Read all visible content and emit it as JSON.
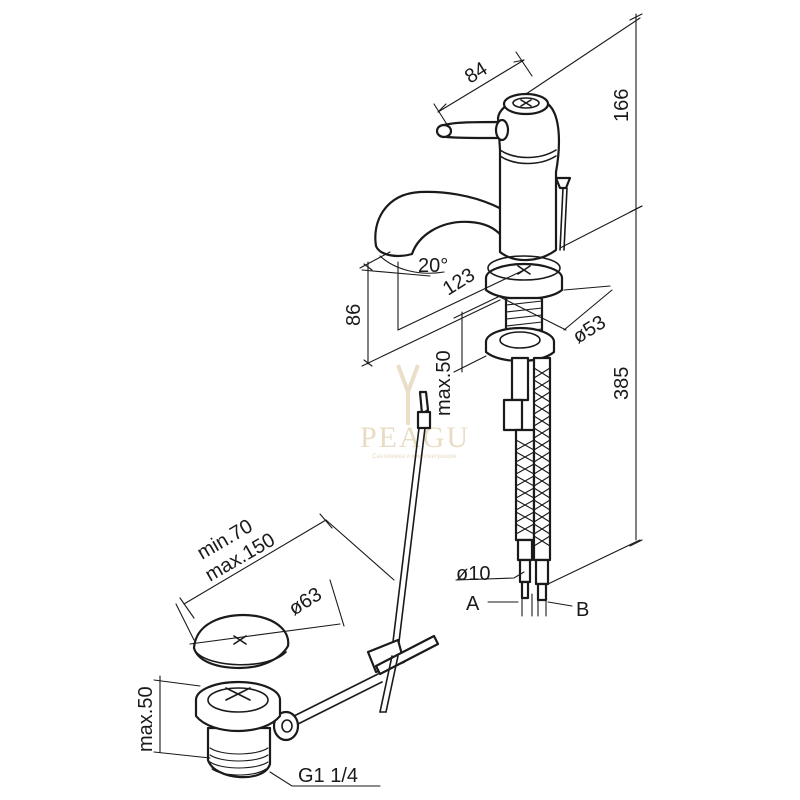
{
  "watermark": {
    "brand": "PEAGU",
    "tagline": "Сантехника и комплектующие"
  },
  "dimensions": {
    "handle_width": "84",
    "height_top": "166",
    "spout_angle": "20°",
    "spout_reach": "123",
    "spout_height": "86",
    "base_diameter": "ø53",
    "deck_thickness": "max.50",
    "hose_length": "385",
    "hose_diameter": "ø10",
    "pop_rod_min": "min.70",
    "pop_rod_max": "max.150",
    "plug_diameter": "ø63",
    "drain_height": "max.50",
    "drain_thread": "G1 1/4"
  },
  "labels": {
    "connection_a": "A",
    "connection_b": "B"
  }
}
